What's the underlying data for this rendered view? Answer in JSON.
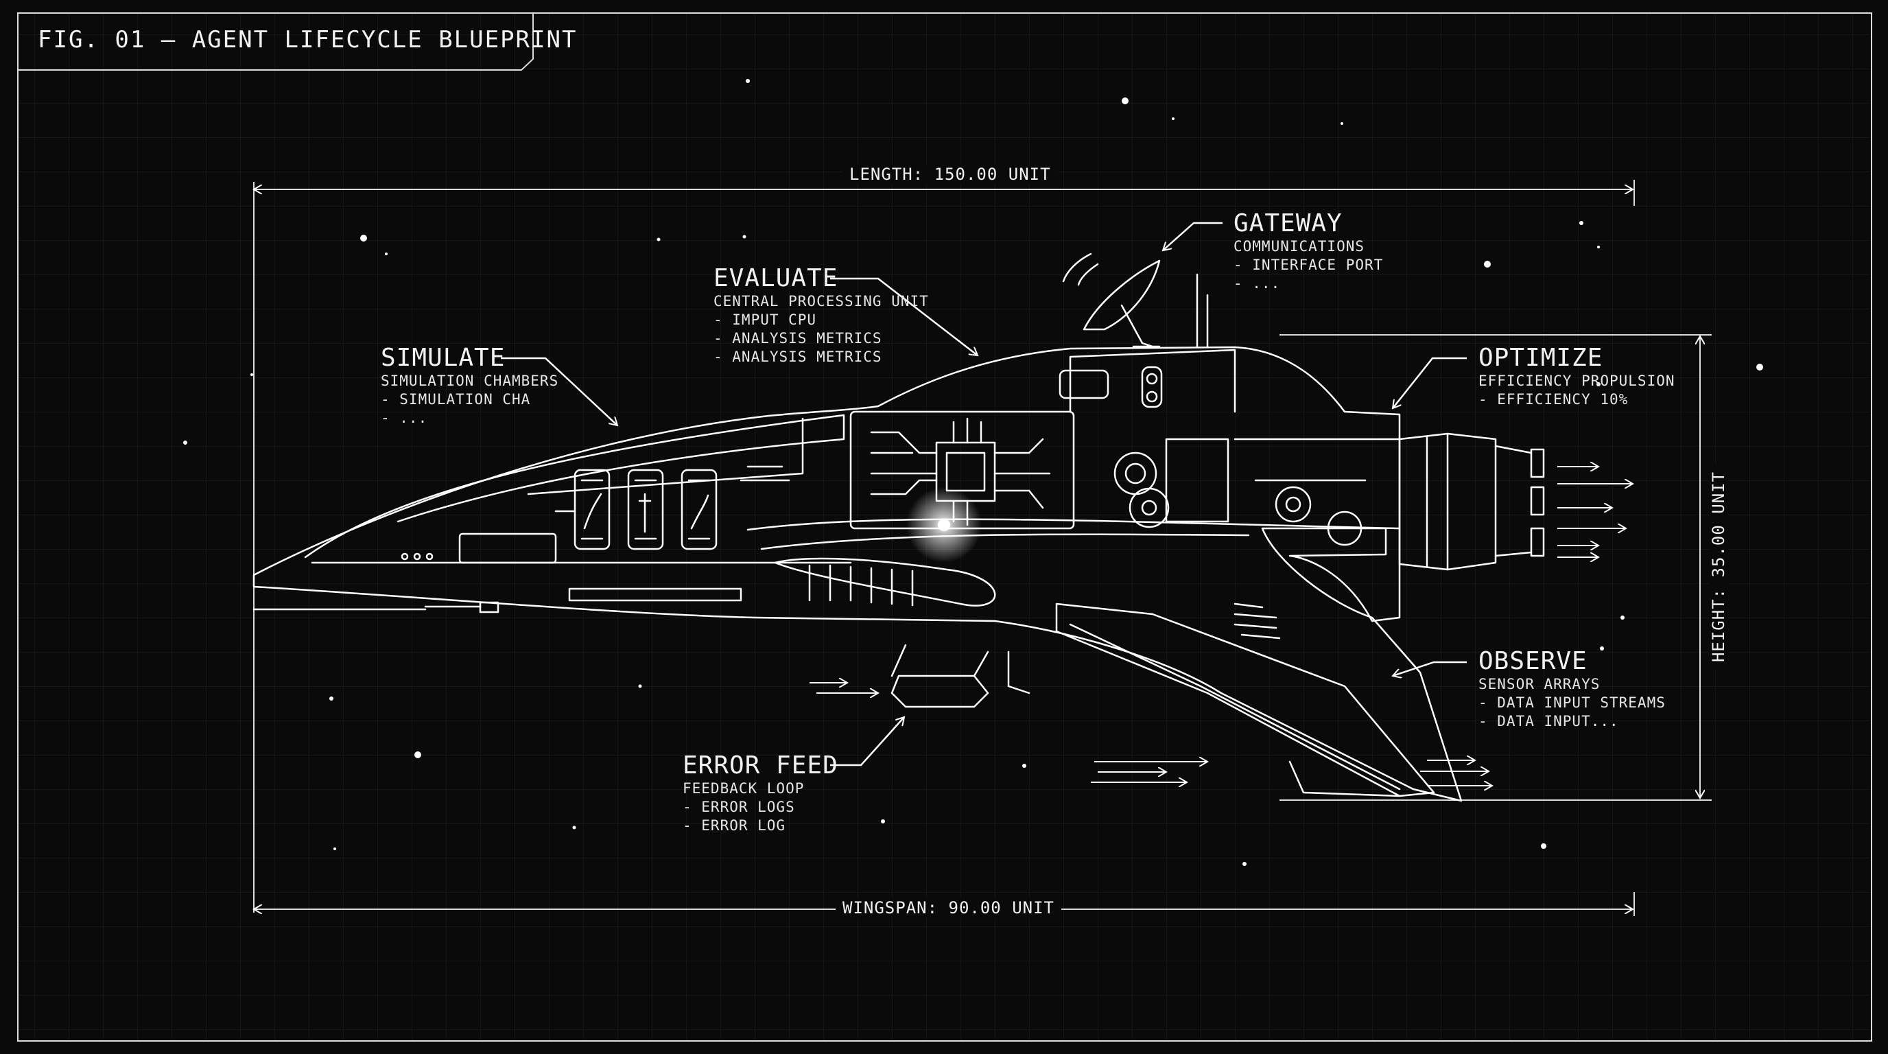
{
  "figure": {
    "title": "FIG. 01 — AGENT LIFECYCLE BLUEPRINT"
  },
  "dimensions": {
    "length": "LENGTH: 150.00 UNIT",
    "height": "HEIGHT: 35.00 UNIT",
    "wingspan": "WINGSPAN: 90.00 UNIT"
  },
  "callouts": {
    "simulate": {
      "heading": "SIMULATE",
      "lines": [
        "SIMULATION CHAMBERS",
        "- SIMULATION CHA",
        "- ..."
      ]
    },
    "evaluate": {
      "heading": "EVALUATE",
      "lines": [
        "CENTRAL PROCESSING UNIT",
        "- IMPUT CPU",
        "- ANALYSIS METRICS",
        "- ANALYSIS METRICS"
      ]
    },
    "gateway": {
      "heading": "GATEWAY",
      "lines": [
        "COMMUNICATIONS",
        "- INTERFACE PORT",
        "- ..."
      ]
    },
    "optimize": {
      "heading": "OPTIMIZE",
      "lines": [
        "EFFICIENCY PROPULSION",
        "- EFFICIENCY 10%"
      ]
    },
    "observe": {
      "heading": "OBSERVE",
      "lines": [
        "SENSOR ARRAYS",
        "- DATA INPUT STREAMS",
        "- DATA INPUT..."
      ]
    },
    "error_feed": {
      "heading": "ERROR FEED",
      "lines": [
        "FEEDBACK LOOP",
        "- ERROR LOGS",
        "- ERROR LOG"
      ]
    }
  },
  "colors": {
    "background": "#0a0a0a",
    "line": "#ffffff",
    "grid": "#1c1c1c",
    "glow": "#ffffff"
  }
}
